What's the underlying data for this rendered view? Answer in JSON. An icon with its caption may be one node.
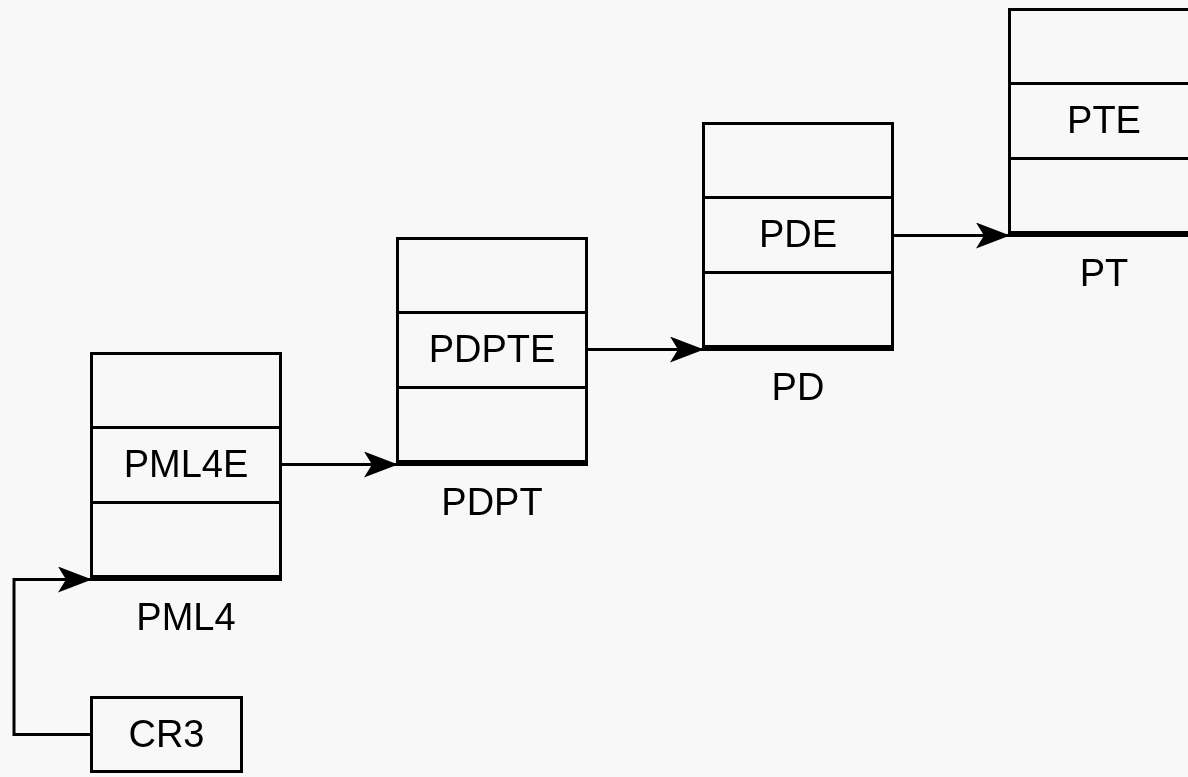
{
  "diagram": {
    "nodes": [
      {
        "text": [
          "PML4"
        ]
      },
      {
        "text": [],
        "shape": "box",
        "in": 0
      },
      {
        "text": [
          "PML4E"
        ],
        "in": 0
      },
      {
        "text": [],
        "shape": "box",
        "in": 0
      },
      {
        "text": [
          "PDPT"
        ]
      },
      {
        "text": [],
        "shape": "box",
        "in": 4
      },
      {
        "text": [
          "PDPTE"
        ],
        "in": 4
      },
      {
        "text": [],
        "shape": "box",
        "in": 4
      },
      {
        "text": [
          "PD"
        ]
      },
      {
        "text": [],
        "shape": "box",
        "in": 8
      },
      {
        "text": [
          "PDE"
        ],
        "in": 8
      },
      {
        "text": [],
        "shape": "box",
        "in": 8
      },
      {
        "text": [
          "PT"
        ]
      },
      {
        "text": [],
        "shape": "box",
        "in": 12
      },
      {
        "text": [
          "PTE"
        ],
        "in": 12
      },
      {
        "text": [],
        "shape": "box",
        "in": 12
      },
      {
        "text": [
          "CR3"
        ]
      }
    ],
    "edges": [
      {
        "from": 16,
        "to": 0,
        "arrow": "to"
      },
      {
        "from": 2,
        "to": 4,
        "arrow": "to"
      },
      {
        "from": 6,
        "to": 8,
        "arrow": "to"
      },
      {
        "from": 10,
        "to": 12,
        "arrow": "to"
      }
    ]
  }
}
